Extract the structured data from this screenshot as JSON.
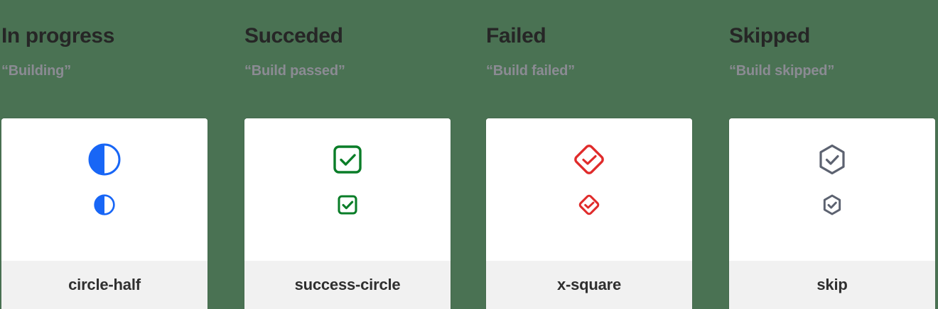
{
  "theme": {
    "background": "#4a7253",
    "card_background": "#ffffff",
    "label_strip_background": "#f1f1f1",
    "title_color": "#262626",
    "subtitle_color": "#8b8b93",
    "label_color": "#2f2f2f"
  },
  "columns": [
    {
      "title": "In progress",
      "subtitle": "“Building”",
      "icon_name": "circle-half-icon",
      "icon_label": "circle-half",
      "icon_color": "#1866f6"
    },
    {
      "title": "Succeded",
      "subtitle": "“Build passed”",
      "icon_name": "success-circle-icon",
      "icon_label": "success-circle",
      "icon_color": "#0a7d28"
    },
    {
      "title": "Failed",
      "subtitle": "“Build failed”",
      "icon_name": "x-square-icon",
      "icon_label": "x-square",
      "icon_color": "#e02b2b"
    },
    {
      "title": "Skipped",
      "subtitle": "“Build skipped”",
      "icon_name": "skip-icon",
      "icon_label": "skip",
      "icon_color": "#5c6270"
    }
  ]
}
